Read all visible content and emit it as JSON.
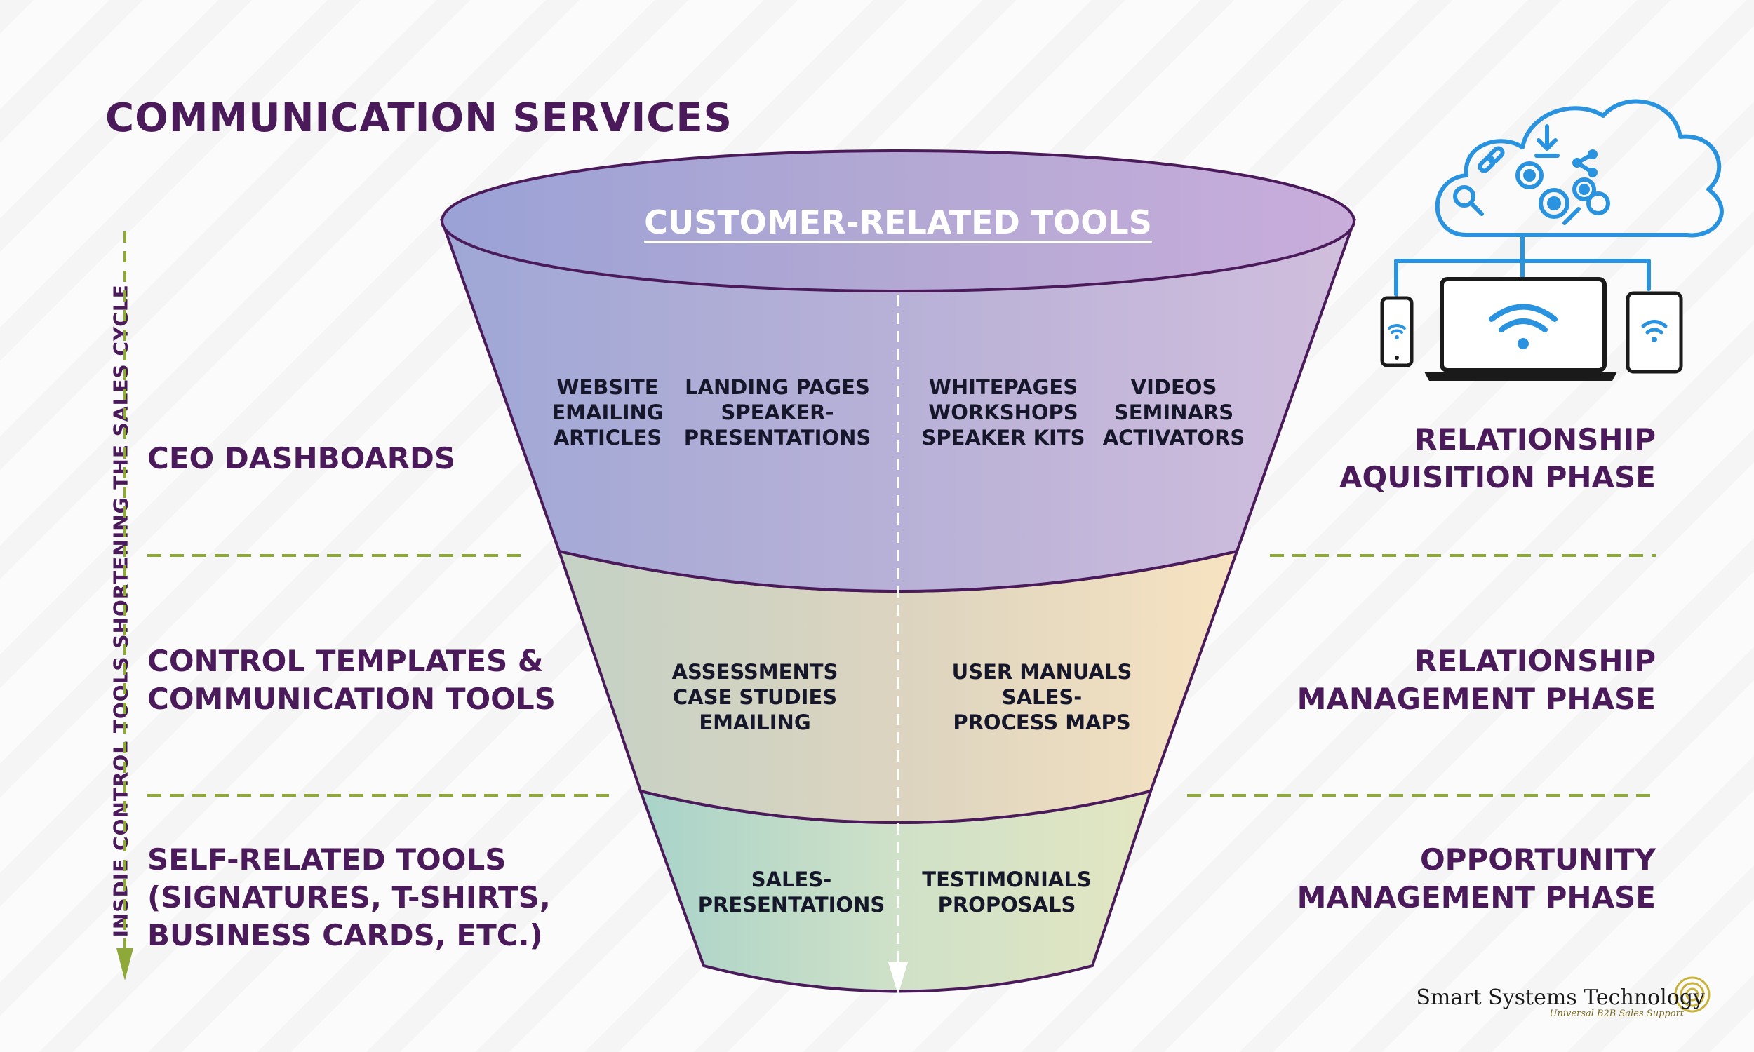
{
  "title": "COMMUNICATION SERVICES",
  "vertical_label": "INSDIE CONTROL TOOLS SHORTENING THE SALES CYCLE",
  "funnel": {
    "title": "CUSTOMER-RELATED TOOLS",
    "top_cols": [
      [
        "WEBSITE",
        "EMAILING",
        "ARTICLES"
      ],
      [
        "LANDING PAGES",
        "SPEAKER-",
        "PRESENTATIONS"
      ],
      [
        "WHITEPAGES",
        "WORKSHOPS",
        "SPEAKER KITS"
      ],
      [
        "VIDEOS",
        "SEMINARS",
        "ACTIVATORS"
      ]
    ],
    "middle_cols": [
      [
        "ASSESSMENTS",
        "CASE STUDIES",
        "EMAILING"
      ],
      [
        "USER MANUALS",
        "SALES-",
        "PROCESS MAPS"
      ]
    ],
    "bottom_cols": [
      [
        "SALES-",
        "PRESENTATIONS"
      ],
      [
        "TESTIMONIALS",
        "PROPOSALS"
      ]
    ]
  },
  "left_labels": {
    "top": [
      "CEO DASHBOARDS"
    ],
    "middle": [
      "CONTROL TEMPLATES &",
      "COMMUNICATION TOOLS"
    ],
    "bottom": [
      "SELF-RELATED TOOLS",
      "(SIGNATURES, T-SHIRTS,",
      "BUSINESS CARDS, ETC.)"
    ]
  },
  "right_labels": {
    "top": [
      "RELATIONSHIP",
      "AQUISITION PHASE"
    ],
    "middle": [
      "RELATIONSHIP",
      "MANAGEMENT PHASE"
    ],
    "bottom": [
      "OPPORTUNITY",
      "MANAGEMENT PHASE"
    ]
  },
  "logo": {
    "name": "Smart Systems Technology",
    "tagline": "Universal B2B Sales Support"
  },
  "colors": {
    "title": "#4a1a5a",
    "outline": "#4a1a5a",
    "dash": "#8fa83a",
    "icon": "#2a93e0"
  },
  "icons": [
    "cloud-network-icon",
    "smartphone-icon",
    "laptop-icon",
    "tablet-icon",
    "logo-ring-icon"
  ]
}
